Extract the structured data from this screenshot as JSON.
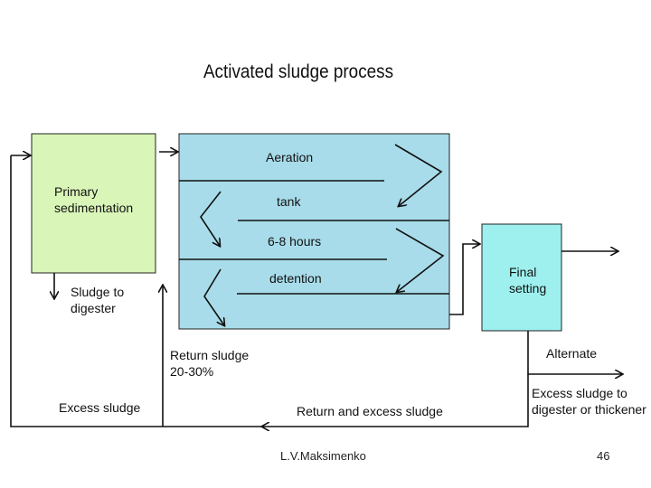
{
  "diagram": {
    "title": "Activated sludge process",
    "primary_sedimentation": [
      "Primary",
      "sedimentation"
    ],
    "aeration_tank": {
      "line1": "Aeration",
      "line2": "tank",
      "line3": "6-8 hours",
      "line4": "detention"
    },
    "final_setting": [
      "Final",
      "setting"
    ],
    "sludge_to_digester": [
      "Sludge to",
      "digester"
    ],
    "return_sludge": [
      "Return sludge",
      "20-30%"
    ],
    "excess_sludge": "Excess sludge",
    "return_and_excess_sludge": "Return and excess sludge",
    "alternate": "Alternate",
    "excess_sludge_to": [
      "Excess sludge to",
      "digester or thickener"
    ],
    "colors": {
      "primary_box": "#d9f5b8",
      "aeration_box": "#a8dcea",
      "final_box": "#9df0ee",
      "line": "#111111"
    }
  },
  "footer": {
    "author": "L.V.Maksimenko",
    "page": "46"
  }
}
